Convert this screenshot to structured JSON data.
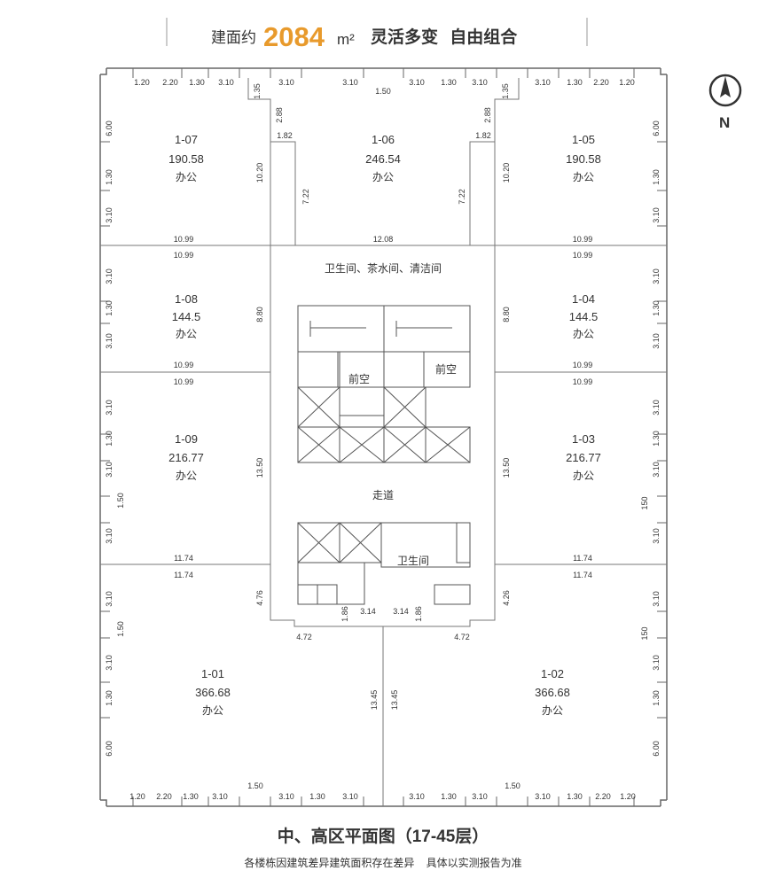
{
  "header": {
    "prefix": "建面约",
    "area_number": "2084",
    "area_unit": "m²",
    "slogan": "灵活多变  自由组合",
    "accent_color": "#E89A2C"
  },
  "compass": {
    "letter": "N"
  },
  "units": [
    {
      "id": "1-07",
      "area": "190.58",
      "use": "办公"
    },
    {
      "id": "1-06",
      "area": "246.54",
      "use": "办公"
    },
    {
      "id": "1-05",
      "area": "190.58",
      "use": "办公"
    },
    {
      "id": "1-08",
      "area": "144.5",
      "use": "办公"
    },
    {
      "id": "1-04",
      "area": "144.5",
      "use": "办公"
    },
    {
      "id": "1-09",
      "area": "216.77",
      "use": "办公"
    },
    {
      "id": "1-03",
      "area": "216.77",
      "use": "办公"
    },
    {
      "id": "1-01",
      "area": "366.68",
      "use": "办公"
    },
    {
      "id": "1-02",
      "area": "366.68",
      "use": "办公"
    }
  ],
  "core_labels": {
    "service": "卫生间、茶水间、清洁间",
    "atrium_left": "前空",
    "atrium_right": "前空",
    "corridor": "走道",
    "toilet": "卫生间"
  },
  "dims": {
    "top_outer": [
      "1.20",
      "2.20",
      "1.30",
      "3.10",
      "1.35",
      "3.10",
      "3.10",
      "1.50",
      "3.10",
      "1.30",
      "3.10",
      "1.35",
      "3.10",
      "1.30",
      "2.20",
      "1.20"
    ],
    "bottom_outer": [
      "1.20",
      "2.20",
      "1.30",
      "3.10",
      "1.50",
      "3.10",
      "1.30",
      "3.10",
      "3.10",
      "1.30",
      "3.10",
      "1.50",
      "3.10",
      "1.30",
      "2.20",
      "1.20"
    ],
    "left_outer": [
      "6.00",
      "1.30",
      "3.10",
      "3.10",
      "1.30",
      "3.10",
      "3.10",
      "1.30",
      "3.10",
      "1.50",
      "3.10",
      "3.10",
      "1.50",
      "3.10",
      "1.30",
      "6.00"
    ],
    "right_outer": [
      "6.00",
      "1.30",
      "3.10",
      "3.10",
      "1.30",
      "3.10",
      "3.10",
      "1.30",
      "3.10",
      "150",
      "3.10",
      "3.10",
      "150",
      "3.10",
      "1.30",
      "6.00"
    ],
    "row1_width": "10.99",
    "mid_width": "12.08",
    "row2_width": "10.99",
    "row3_width": "10.99",
    "row4_width": "11.74",
    "inner": [
      "2.88",
      "1.82",
      "7.22",
      "10.20",
      "8.80",
      "13.50",
      "4.76",
      "4.26",
      "4.72",
      "1.86",
      "3.14",
      "13.45"
    ]
  },
  "footer": {
    "title": "中、高区平面图（17-45层）",
    "note": "各楼栋因建筑差异建筑面积存在差异    具体以实测报告为准"
  }
}
